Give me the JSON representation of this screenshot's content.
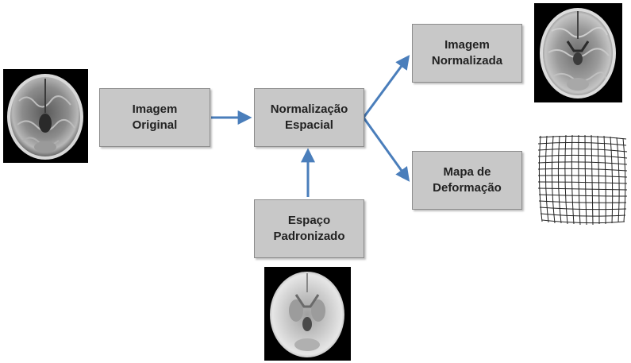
{
  "boxes": {
    "original": {
      "label": "Imagem\nOriginal"
    },
    "spatial": {
      "label": "Normalização\nEspacial"
    },
    "normalized": {
      "label": "Imagem\nNormalizada"
    },
    "deformation": {
      "label": "Mapa de\nDeformação"
    },
    "standard": {
      "label": "Espaço\nPadronizado"
    }
  },
  "images": {
    "original": {
      "icon": "brain-mri-original-icon"
    },
    "normalized": {
      "icon": "brain-mri-normalized-icon"
    },
    "deformation": {
      "icon": "deformation-grid-icon"
    },
    "template": {
      "icon": "brain-template-icon"
    }
  },
  "colors": {
    "box_fill": "#c8c8c8",
    "box_border": "#8c8c8c",
    "arrow": "#4a7ebb"
  }
}
